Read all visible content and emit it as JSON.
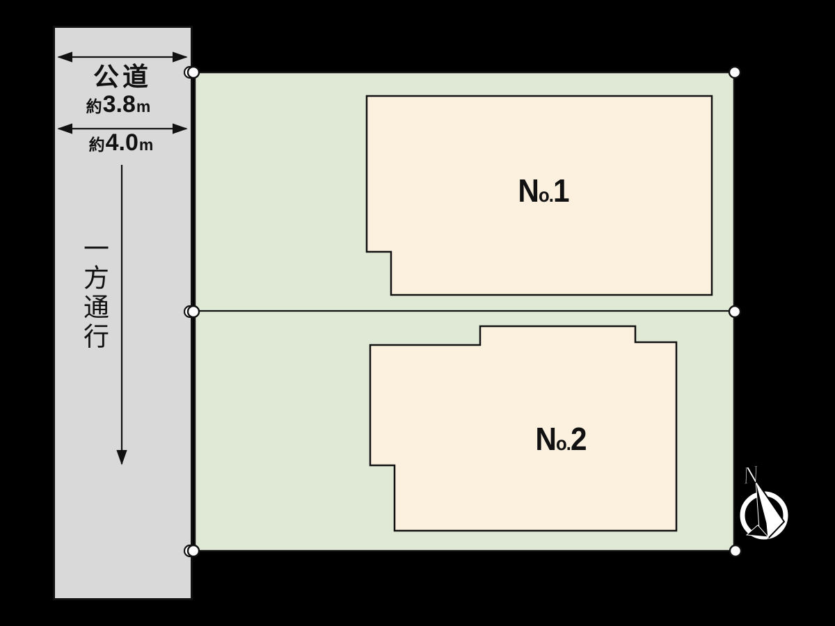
{
  "road": {
    "name": "公道",
    "width_top": {
      "prefix": "約",
      "value": "3.8",
      "unit": "m",
      "label": "約3.8m"
    },
    "width_bottom": {
      "prefix": "約",
      "value": "4.0",
      "unit": "m",
      "label": "約4.0m"
    },
    "one_way_label": "一方通行"
  },
  "lots": [
    {
      "label": "No.1",
      "prefix_large": "N",
      "prefix_small": "o.",
      "number": "1"
    },
    {
      "label": "No.2",
      "prefix_large": "N",
      "prefix_small": "o.",
      "number": "2"
    }
  ],
  "compass": {
    "north_label": "N"
  },
  "colors": {
    "background": "#000000",
    "road_fill": "#d9d9d9",
    "lot_fill": "#dfe9d5",
    "building_fill": "#fbf1de",
    "line": "#111111",
    "marker_fill": "#ffffff"
  }
}
